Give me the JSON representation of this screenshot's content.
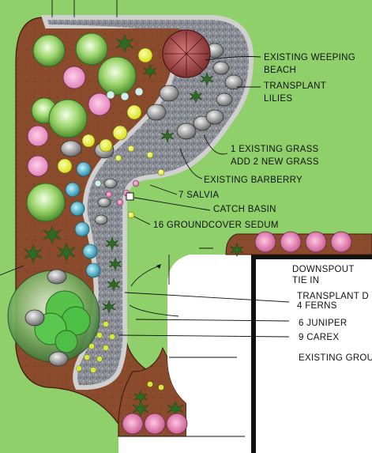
{
  "labels": {
    "weeping_beach_1": "EXISTING WEEPING",
    "weeping_beach_2": "BEACH",
    "transplant_lilies_1": "TRANSPLANT",
    "transplant_lilies_2": "LILIES",
    "existing_grass_1": "1 EXISTING GRASS",
    "existing_grass_2": "ADD 2 NEW GRASS",
    "existing_barberry": "EXISTING BARBERRY",
    "salvia": "7 SALVIA",
    "catch_basin": "CATCH BASIN",
    "groundcover_sedum": "16 GROUNDCOVER SEDUM",
    "downspout_1": "DOWNSPOUT",
    "downspout_2": "TIE IN",
    "transplant_d": "TRANSPLANT D",
    "ferns": "4 FERNS",
    "juniper": "6 JUNIPER",
    "carex": "9 CAREX",
    "existing_grou": "EXISTING GROU"
  },
  "colors": {
    "lawn": "#8fd06a",
    "mulch": "#8a4a2c",
    "gravel": "#8c8f96",
    "edging": "#c9c9c9",
    "house_wall": "#111111",
    "paving": "#ffffff"
  }
}
